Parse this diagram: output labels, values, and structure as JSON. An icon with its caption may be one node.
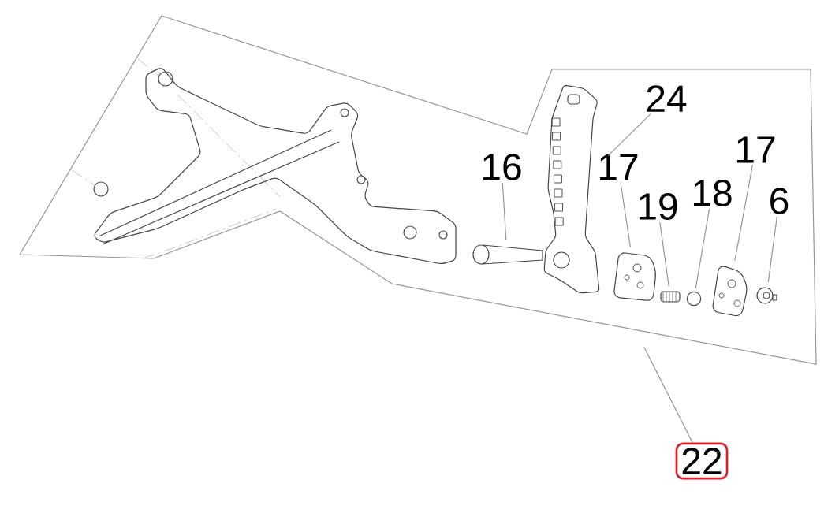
{
  "diagram": {
    "nodes": [
      {
        "text": [
          "24"
        ]
      },
      {
        "text": [
          "16"
        ]
      },
      {
        "text": [
          "17"
        ]
      },
      {
        "text": [
          "19"
        ]
      },
      {
        "text": [
          "18"
        ]
      },
      {
        "text": [
          "17"
        ]
      },
      {
        "text": [
          "6"
        ]
      },
      {
        "text": [
          "22"
        ]
      },
      {
        "text": [],
        "shape": "picture"
      },
      {
        "text": [],
        "shape": "picture"
      },
      {
        "text": [],
        "shape": "picture"
      },
      {
        "text": [],
        "shape": "picture"
      },
      {
        "text": [],
        "shape": "circle"
      },
      {
        "text": [],
        "shape": "picture"
      },
      {
        "text": [],
        "shape": "picture"
      }
    ],
    "edges": [
      {
        "from": 0,
        "to": 8,
        "arrow": "none"
      },
      {
        "from": 1,
        "to": 9,
        "arrow": "none"
      },
      {
        "from": 2,
        "to": 10,
        "arrow": "none"
      },
      {
        "from": 3,
        "to": 11,
        "arrow": "none"
      },
      {
        "from": 4,
        "to": 12,
        "arrow": "none"
      },
      {
        "from": 5,
        "to": 13,
        "arrow": "none"
      },
      {
        "from": 6,
        "to": 14,
        "arrow": "none"
      },
      {
        "from": 7,
        "to": null,
        "arrow": "none"
      }
    ]
  }
}
